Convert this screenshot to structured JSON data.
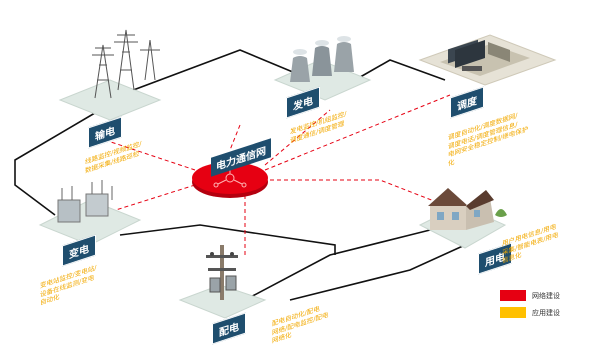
{
  "hub": {
    "label": "电力通信网"
  },
  "nodes": [
    {
      "id": "fadian",
      "tag": "发电"
    },
    {
      "id": "shudian",
      "tag": "输电"
    },
    {
      "id": "biandian",
      "tag": "变电"
    },
    {
      "id": "peidian",
      "tag": "配电"
    },
    {
      "id": "yongdian",
      "tag": "用电"
    },
    {
      "id": "diaodu",
      "tag": "调度"
    }
  ],
  "notes": {
    "shudian": [
      "线路监控/视频监控/",
      "数据采集/线路巡检"
    ],
    "fadian": [
      "发电监控/机组监控/",
      "调度通信/调度管理"
    ],
    "diaodu": [
      "调度自动化/调度数据网/",
      "调度电话/调度管理信息/",
      "电网安全稳定控制/继电保护",
      "化"
    ],
    "biandian": [
      "变电站监控/变电站/",
      "设备在线监测/变电",
      "自动化"
    ],
    "peidian": [
      "配电自动化/配电",
      "网络/配电监控/配电",
      "网络化"
    ],
    "yongdian": [
      "用户用电信息/用电",
      "采集/智能电表/用电",
      "信息化"
    ]
  },
  "legend": [
    {
      "label": "网络建设",
      "color": "#e60012"
    },
    {
      "label": "应用建设",
      "color": "#ffc000"
    }
  ]
}
